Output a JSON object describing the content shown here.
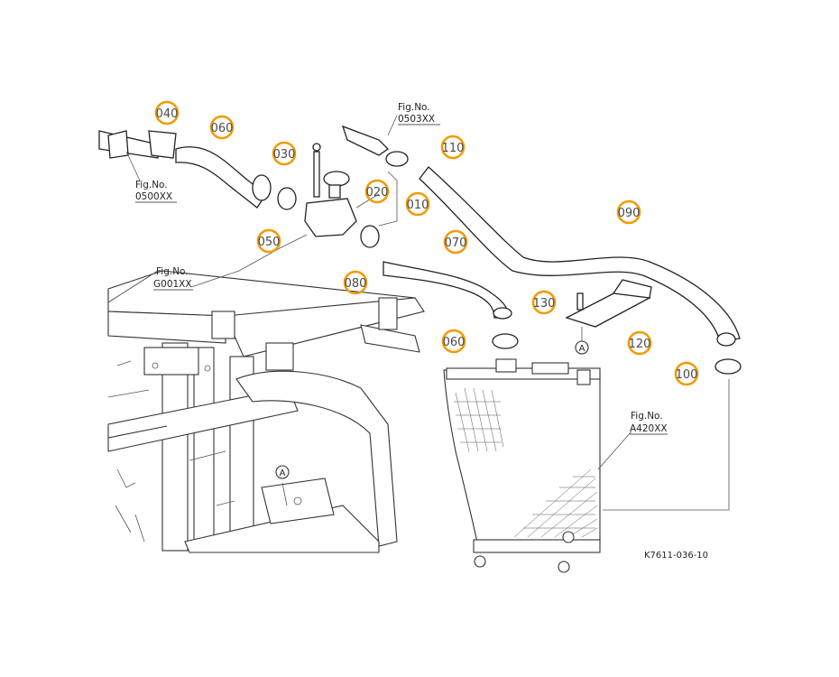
{
  "figure_refs": [
    {
      "label": "Fig.No.",
      "code": "0500XX"
    },
    {
      "label": "Fig.No.",
      "code": "0503XX"
    },
    {
      "label": "Fig.No.",
      "code": "G001XX"
    },
    {
      "label": "Fig.No.",
      "code": "A420XX"
    }
  ],
  "part_numbers": [
    "010",
    "020",
    "030",
    "040",
    "050",
    "060",
    "070",
    "080",
    "090",
    "100",
    "110",
    "120",
    "130",
    "060",
    "080"
  ],
  "reference_marks": [
    "A",
    "A"
  ],
  "document_code": "K7611-036-10",
  "colors": {
    "callout_ring": "#f39a00",
    "line": "#333333",
    "background": "#ffffff"
  }
}
